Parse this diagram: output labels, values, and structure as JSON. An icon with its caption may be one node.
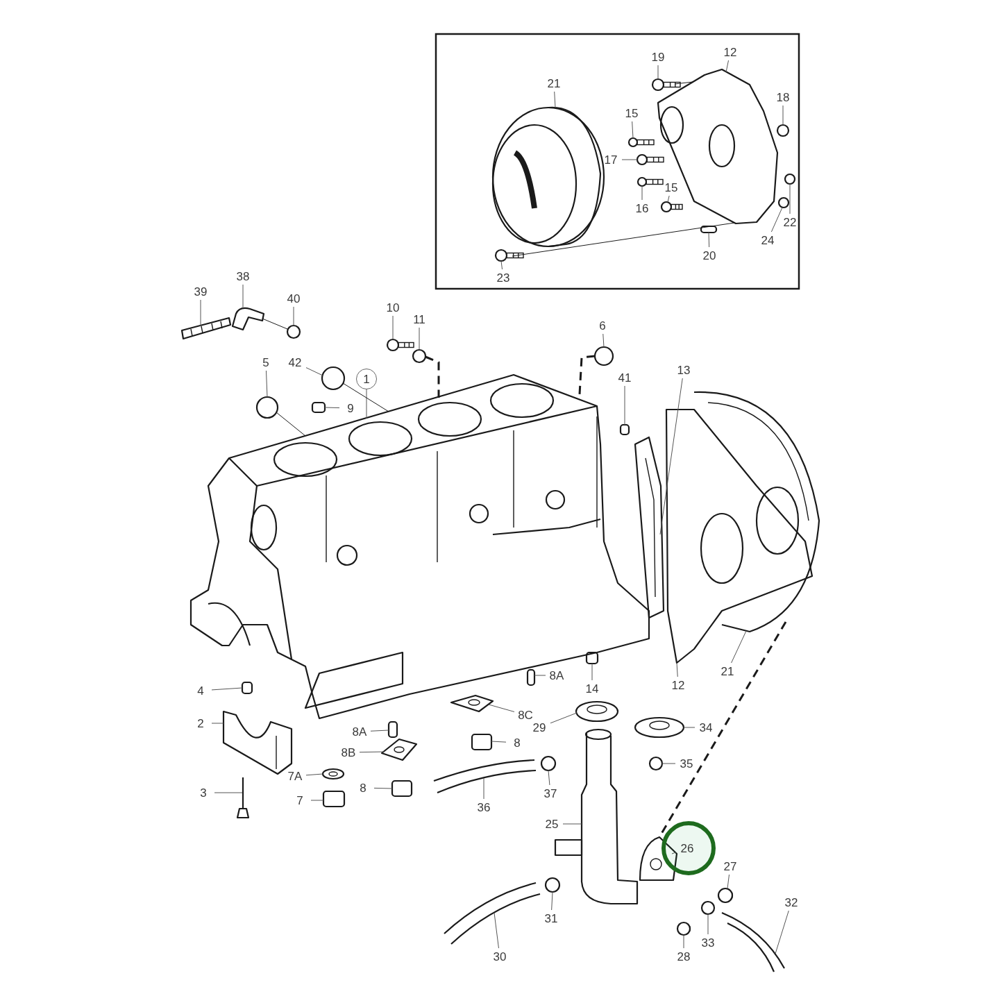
{
  "diagram": {
    "nodes": [
      {
        "text": [
          "19"
        ]
      },
      {
        "text": [
          "12"
        ]
      },
      {
        "text": [
          "21"
        ]
      },
      {
        "text": [
          "18"
        ]
      },
      {
        "text": [
          "15"
        ]
      },
      {
        "text": [
          "17"
        ]
      },
      {
        "text": [
          "15"
        ]
      },
      {
        "text": [
          "16"
        ]
      },
      {
        "text": [
          "22"
        ]
      },
      {
        "text": [
          "24"
        ]
      },
      {
        "text": [
          "20"
        ]
      },
      {
        "text": [
          "23"
        ]
      },
      {
        "text": [
          "39"
        ]
      },
      {
        "text": [
          "38"
        ]
      },
      {
        "text": [
          "40"
        ]
      },
      {
        "text": [
          "10"
        ]
      },
      {
        "text": [
          "11"
        ]
      },
      {
        "text": [
          "6"
        ]
      },
      {
        "text": [
          "5"
        ]
      },
      {
        "text": [
          "42"
        ]
      },
      {
        "text": [
          "1"
        ]
      },
      {
        "text": [
          "9"
        ]
      },
      {
        "text": [
          "41"
        ]
      },
      {
        "text": [
          "13"
        ]
      },
      {
        "text": [
          "4"
        ]
      },
      {
        "text": [
          "2"
        ]
      },
      {
        "text": [
          "3"
        ]
      },
      {
        "text": [
          "7A"
        ]
      },
      {
        "text": [
          "7"
        ]
      },
      {
        "text": [
          "8A"
        ]
      },
      {
        "text": [
          "8B"
        ]
      },
      {
        "text": [
          "8"
        ]
      },
      {
        "text": [
          "8C"
        ]
      },
      {
        "text": [
          "8"
        ]
      },
      {
        "text": [
          "8A"
        ]
      },
      {
        "text": [
          "14"
        ]
      },
      {
        "text": [
          "12"
        ]
      },
      {
        "text": [
          "21"
        ]
      },
      {
        "text": [
          "29"
        ]
      },
      {
        "text": [
          "34"
        ]
      },
      {
        "text": [
          "35"
        ]
      },
      {
        "text": [
          "37"
        ]
      },
      {
        "text": [
          "36"
        ]
      },
      {
        "text": [
          "25"
        ]
      },
      {
        "text": [
          "26"
        ]
      },
      {
        "text": [
          "27"
        ]
      },
      {
        "text": [
          "32"
        ]
      },
      {
        "text": [
          "31"
        ]
      },
      {
        "text": [
          "30"
        ]
      },
      {
        "text": [
          "28"
        ]
      },
      {
        "text": [
          "33"
        ]
      },
      {
        "text": [],
        "shape": "picture"
      },
      {
        "text": [],
        "shape": "picture"
      },
      {
        "text": [],
        "shape": "picture"
      },
      {
        "text": [],
        "shape": "circle"
      },
      {
        "text": [],
        "shape": "picture"
      },
      {
        "text": [],
        "shape": "picture"
      },
      {
        "text": [],
        "shape": "picture"
      },
      {
        "text": [],
        "shape": "picture"
      },
      {
        "text": [],
        "shape": "circle"
      },
      {
        "text": [],
        "shape": "circle"
      },
      {
        "text": [],
        "shape": "box"
      },
      {
        "text": [],
        "shape": "picture"
      },
      {
        "text": [],
        "shape": "picture"
      },
      {
        "text": [],
        "shape": "picture"
      },
      {
        "text": [],
        "shape": "circle"
      },
      {
        "text": [],
        "shape": "picture"
      },
      {
        "text": [],
        "shape": "circle"
      },
      {
        "text": [],
        "shape": "circle"
      },
      {
        "text": [],
        "shape": "circle"
      },
      {
        "text": [],
        "shape": "circle"
      },
      {
        "text": [],
        "shape": "picture"
      },
      {
        "text": [],
        "shape": "box"
      },
      {
        "text": [],
        "shape": "box"
      },
      {
        "text": [],
        "shape": "picture"
      },
      {
        "text": [],
        "shape": "box"
      },
      {
        "text": [],
        "shape": "picture"
      },
      {
        "text": [],
        "shape": "picture"
      },
      {
        "text": [],
        "shape": "picture"
      },
      {
        "text": [],
        "shape": "box"
      },
      {
        "text": [],
        "shape": "box"
      },
      {
        "text": [],
        "shape": "picture"
      },
      {
        "text": [],
        "shape": "box"
      },
      {
        "text": [],
        "shape": "picture"
      },
      {
        "text": [],
        "shape": "box"
      },
      {
        "text": [],
        "shape": "box"
      },
      {
        "text": [],
        "shape": "box"
      },
      {
        "text": [],
        "shape": "picture"
      },
      {
        "text": [],
        "shape": "picture"
      },
      {
        "text": [],
        "shape": "picture"
      },
      {
        "text": [],
        "shape": "picture"
      },
      {
        "text": [],
        "shape": "circle"
      },
      {
        "text": [],
        "shape": "circle"
      },
      {
        "text": [],
        "shape": "picture"
      },
      {
        "text": [],
        "shape": "picture"
      },
      {
        "text": [],
        "shape": "picture"
      },
      {
        "text": [],
        "shape": "picture"
      },
      {
        "text": [],
        "shape": "picture"
      },
      {
        "text": [],
        "shape": "circle"
      },
      {
        "text": [],
        "shape": "picture"
      },
      {
        "text": [],
        "shape": "picture"
      },
      {
        "text": [],
        "shape": "circle"
      }
    ],
    "edges": [
      {
        "from": 0,
        "to": 51,
        "arrow": "none"
      },
      {
        "from": 1,
        "to": 52,
        "arrow": "none"
      },
      {
        "from": 2,
        "to": 53,
        "arrow": "none"
      },
      {
        "from": 3,
        "to": 54,
        "arrow": "none"
      },
      {
        "from": 4,
        "to": 55,
        "arrow": "none"
      },
      {
        "from": 5,
        "to": 56,
        "arrow": "none"
      },
      {
        "from": 6,
        "to": 57,
        "arrow": "none"
      },
      {
        "from": 7,
        "to": 58,
        "arrow": "none"
      },
      {
        "from": 8,
        "to": 59,
        "arrow": "none"
      },
      {
        "from": 9,
        "to": 60,
        "arrow": "none"
      },
      {
        "from": 10,
        "to": 61,
        "arrow": "none"
      },
      {
        "from": 11,
        "to": 62,
        "arrow": "none"
      },
      {
        "from": 12,
        "to": 63,
        "arrow": "none"
      },
      {
        "from": 13,
        "to": 64,
        "arrow": "none"
      },
      {
        "from": 14,
        "to": 65,
        "arrow": "none"
      },
      {
        "from": 15,
        "to": 66,
        "arrow": "none"
      },
      {
        "from": 16,
        "to": 67,
        "arrow": "none"
      },
      {
        "from": 17,
        "to": 68,
        "arrow": "none"
      },
      {
        "from": 18,
        "to": 69,
        "arrow": "none"
      },
      {
        "from": 19,
        "to": 70,
        "arrow": "none"
      },
      {
        "from": 20,
        "to": 71,
        "arrow": "none"
      },
      {
        "from": 21,
        "to": 72,
        "arrow": "none"
      },
      {
        "from": 22,
        "to": 73,
        "arrow": "none"
      },
      {
        "from": 23,
        "to": 74,
        "arrow": "none"
      },
      {
        "from": 24,
        "to": 75,
        "arrow": "none"
      },
      {
        "from": 25,
        "to": 76,
        "arrow": "none"
      },
      {
        "from": 26,
        "to": 77,
        "arrow": "none"
      },
      {
        "from": 27,
        "to": 78,
        "arrow": "none"
      },
      {
        "from": 28,
        "to": 79,
        "arrow": "none"
      },
      {
        "from": 29,
        "to": 80,
        "arrow": "none"
      },
      {
        "from": 30,
        "to": 81,
        "arrow": "none"
      },
      {
        "from": 31,
        "to": 82,
        "arrow": "none"
      },
      {
        "from": 32,
        "to": 83,
        "arrow": "none"
      },
      {
        "from": 33,
        "to": 84,
        "arrow": "none"
      },
      {
        "from": 34,
        "to": 85,
        "arrow": "none"
      },
      {
        "from": 35,
        "to": 86,
        "arrow": "none"
      },
      {
        "from": 36,
        "to": 87,
        "arrow": "none"
      },
      {
        "from": 37,
        "to": 88,
        "arrow": "none"
      },
      {
        "from": 38,
        "to": 89,
        "arrow": "none"
      },
      {
        "from": 39,
        "to": 90,
        "arrow": "none"
      },
      {
        "from": 40,
        "to": 91,
        "arrow": "none"
      },
      {
        "from": 41,
        "to": 92,
        "arrow": "none"
      },
      {
        "from": 42,
        "to": 93,
        "arrow": "none"
      },
      {
        "from": 43,
        "to": 94,
        "arrow": "none"
      },
      {
        "from": 44,
        "to": 95,
        "arrow": "none"
      },
      {
        "from": 45,
        "to": 96,
        "arrow": "none"
      },
      {
        "from": 46,
        "to": 97,
        "arrow": "none"
      },
      {
        "from": 47,
        "to": 98,
        "arrow": "none"
      },
      {
        "from": 48,
        "to": 99,
        "arrow": "none"
      },
      {
        "from": 49,
        "to": 100,
        "arrow": "none"
      },
      {
        "from": 50,
        "to": 101,
        "arrow": "none"
      },
      {
        "from": 51,
        "to": 52,
        "arrow": "none"
      },
      {
        "from": 62,
        "to": 52,
        "arrow": "none"
      },
      {
        "from": 64,
        "to": 65,
        "arrow": "none"
      },
      {
        "from": 69,
        "to": 71,
        "arrow": "none"
      },
      {
        "from": 70,
        "to": 71,
        "arrow": "none"
      },
      {
        "from": 68,
        "to": 71,
        "arrow": "none",
        "style": "dashed"
      },
      {
        "from": 67,
        "to": 71,
        "arrow": "none",
        "style": "dashed"
      },
      {
        "from": 88,
        "to": 95,
        "arrow": "none",
        "style": "dashed"
      }
    ]
  }
}
